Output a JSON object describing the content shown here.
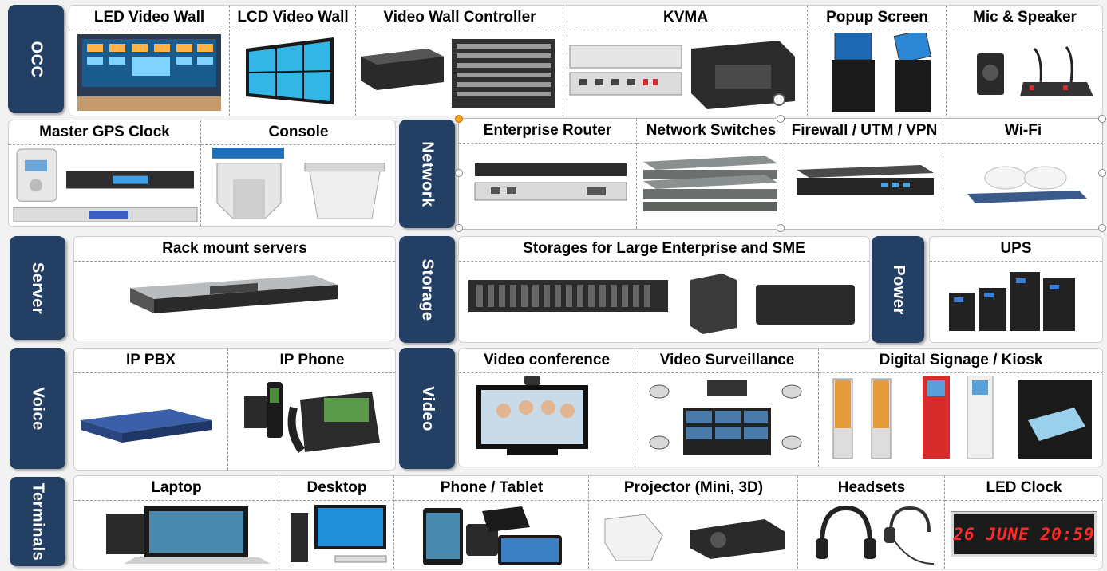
{
  "tabs": {
    "occ": "OCC",
    "network": "Network",
    "server": "Server",
    "storage": "Storage",
    "power": "Power",
    "voice": "Voice",
    "video": "Video",
    "terminals": "Terminals"
  },
  "labels": {
    "led_video_wall": "LED Video Wall",
    "lcd_video_wall": "LCD Video Wall",
    "video_wall_controller": "Video Wall Controller",
    "kvma": "KVMA",
    "popup_screen": "Popup Screen",
    "mic_speaker": "Mic & Speaker",
    "master_gps_clock": "Master GPS Clock",
    "console": "Console",
    "enterprise_router": "Enterprise Router",
    "network_switches": "Network Switches",
    "firewall": "Firewall / UTM / VPN",
    "wifi": "Wi-Fi",
    "rack_servers": "Rack mount servers",
    "storages": "Storages for Large Enterprise and SME",
    "ups": "UPS",
    "ip_pbx": "IP PBX",
    "ip_phone": "IP Phone",
    "video_conference": "Video conference",
    "video_surveillance": "Video Surveillance",
    "digital_signage": "Digital Signage / Kiosk",
    "laptop": "Laptop",
    "desktop": "Desktop",
    "phone_tablet": "Phone / Tablet",
    "projector": "Projector (Mini, 3D)",
    "headsets": "Headsets",
    "led_clock": "LED Clock"
  },
  "led_clock_display": "26 JUNE 20:59",
  "colors": {
    "tab_bg": "#233f63",
    "tab_text": "#ffffff",
    "led_red": "#ff2a2a"
  }
}
